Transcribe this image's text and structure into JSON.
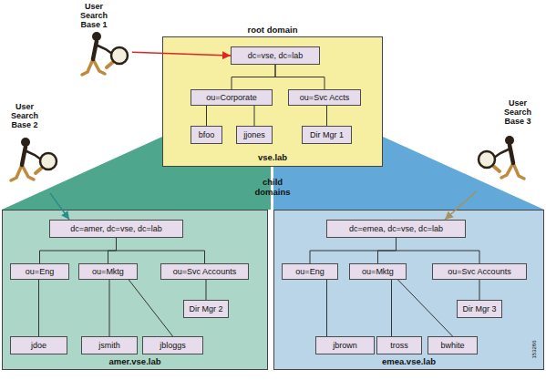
{
  "diagram": {
    "nodes": [
      {
        "text": [
          "User Search Base 1"
        ]
      },
      {
        "text": [
          "root domain",
          "vse.lab"
        ]
      },
      {
        "text": [
          "dc=vse, dc=lab"
        ],
        "in": 1
      },
      {
        "text": [
          "ou=Corporate"
        ],
        "in": 1
      },
      {
        "text": [
          "ou=Svc Accts"
        ],
        "in": 1
      },
      {
        "text": [
          "bfoo"
        ],
        "in": 1
      },
      {
        "text": [
          "jjones"
        ],
        "in": 1
      },
      {
        "text": [
          "Dir Mgr 1"
        ],
        "in": 1
      },
      {
        "text": [
          "User Search Base 2"
        ]
      },
      {
        "text": [
          "User Search Base 3"
        ]
      },
      {
        "text": [
          "amer.vse.lab"
        ]
      },
      {
        "text": [
          "dc=amer, dc=vse, dc=lab"
        ],
        "in": 10
      },
      {
        "text": [
          "ou=Eng"
        ],
        "in": 10
      },
      {
        "text": [
          "ou=Mktg"
        ],
        "in": 10
      },
      {
        "text": [
          "ou=Svc Accounts"
        ],
        "in": 10
      },
      {
        "text": [
          "Dir Mgr 2"
        ],
        "in": 10
      },
      {
        "text": [
          "jdoe"
        ],
        "in": 10
      },
      {
        "text": [
          "jsmith"
        ],
        "in": 10
      },
      {
        "text": [
          "jbloggs"
        ],
        "in": 10
      },
      {
        "text": [
          "emea.vse.lab"
        ]
      },
      {
        "text": [
          "dc=emea, dc=vse, dc=lab"
        ],
        "in": 19
      },
      {
        "text": [
          "ou=Eng"
        ],
        "in": 19
      },
      {
        "text": [
          "ou=Mktg"
        ],
        "in": 19
      },
      {
        "text": [
          "ou=Svc Accounts"
        ],
        "in": 19
      },
      {
        "text": [
          "Dir Mgr 3"
        ],
        "in": 19
      },
      {
        "text": [
          "jbrown"
        ],
        "in": 19
      },
      {
        "text": [
          "tross"
        ],
        "in": 19
      },
      {
        "text": [
          "bwhite"
        ],
        "in": 19
      }
    ],
    "edges": [
      {
        "from": 0,
        "to": 2,
        "arrow": "to"
      },
      {
        "from": 2,
        "to": 3,
        "arrow": "none"
      },
      {
        "from": 2,
        "to": 4,
        "arrow": "none"
      },
      {
        "from": 3,
        "to": 5,
        "arrow": "none"
      },
      {
        "from": 3,
        "to": 6,
        "arrow": "none"
      },
      {
        "from": 4,
        "to": 7,
        "arrow": "none"
      },
      {
        "from": 8,
        "to": 11,
        "arrow": "to"
      },
      {
        "from": 11,
        "to": 12,
        "arrow": "none"
      },
      {
        "from": 11,
        "to": 13,
        "arrow": "none"
      },
      {
        "from": 11,
        "to": 14,
        "arrow": "none"
      },
      {
        "from": 12,
        "to": 16,
        "arrow": "none"
      },
      {
        "from": 13,
        "to": 17,
        "arrow": "none"
      },
      {
        "from": 13,
        "to": 18,
        "arrow": "none"
      },
      {
        "from": 14,
        "to": 15,
        "arrow": "none"
      },
      {
        "from": 9,
        "to": 20,
        "arrow": "to"
      },
      {
        "from": 20,
        "to": 21,
        "arrow": "none"
      },
      {
        "from": 20,
        "to": 22,
        "arrow": "none"
      },
      {
        "from": 20,
        "to": 23,
        "arrow": "none"
      },
      {
        "from": 21,
        "to": 25,
        "arrow": "none"
      },
      {
        "from": 22,
        "to": 26,
        "arrow": "none"
      },
      {
        "from": 22,
        "to": 27,
        "arrow": "none"
      },
      {
        "from": 23,
        "to": 24,
        "arrow": "none"
      }
    ],
    "labels": [
      "child domains",
      "153286"
    ]
  }
}
